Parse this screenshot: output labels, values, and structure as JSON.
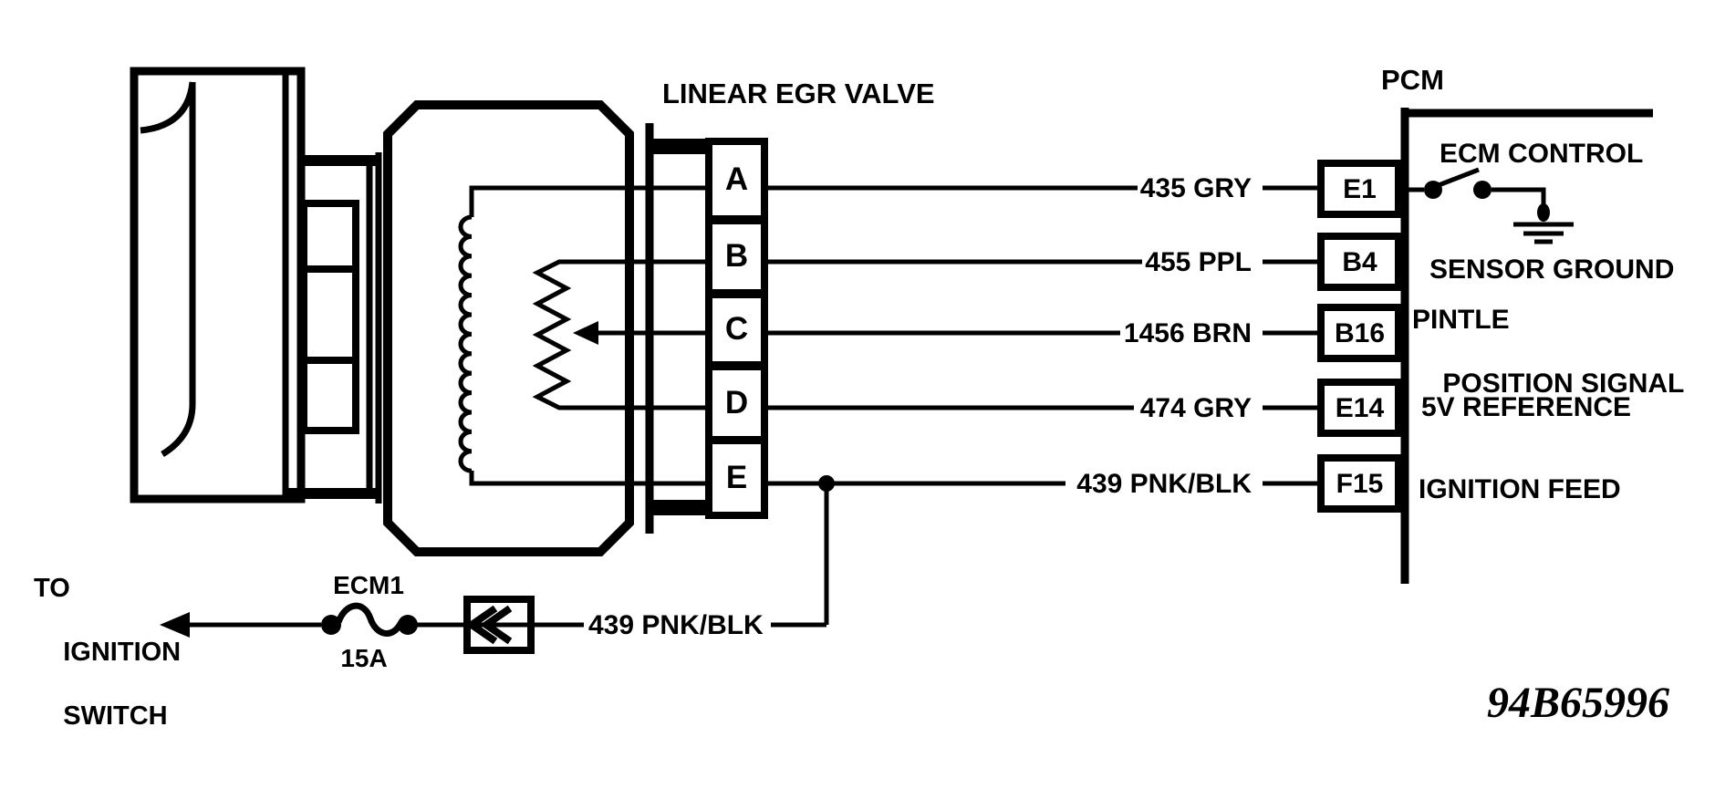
{
  "titles": {
    "egr_valve": "LINEAR EGR VALVE",
    "pcm": "PCM",
    "document_id": "94B65996"
  },
  "egr_connector": {
    "pins": [
      "A",
      "B",
      "C",
      "D",
      "E"
    ]
  },
  "rows": [
    {
      "egr_pin": "A",
      "wire": "435 GRY",
      "pcm_pin": "E1",
      "pcm_label": "ECM CONTROL"
    },
    {
      "egr_pin": "B",
      "wire": "455 PPL",
      "pcm_pin": "B4",
      "pcm_label": "SENSOR GROUND"
    },
    {
      "egr_pin": "C",
      "wire": "1456 BRN",
      "pcm_pin": "B16",
      "pcm_label": "PINTLE POSITION SIGNAL",
      "pcm_label_lines": [
        "PINTLE",
        "POSITION SIGNAL"
      ]
    },
    {
      "egr_pin": "D",
      "wire": "474 GRY",
      "pcm_pin": "E14",
      "pcm_label": "5V REFERENCE"
    },
    {
      "egr_pin": "E",
      "wire": "439 PNK/BLK",
      "pcm_pin": "F15",
      "pcm_label": "IGNITION FEED"
    }
  ],
  "ignition_branch": {
    "destination_lines": [
      "TO",
      "IGNITION",
      "SWITCH"
    ],
    "fuse_name": "ECM1",
    "fuse_rating": "15A",
    "wire": "439 PNK/BLK"
  },
  "colors": {
    "ink": "#000000",
    "paper": "#ffffff"
  }
}
